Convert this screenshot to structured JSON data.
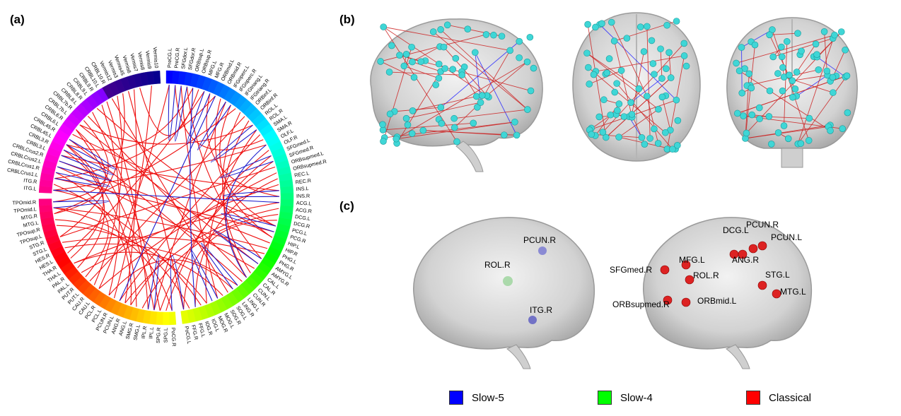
{
  "panels": {
    "a": "(a)",
    "b": "(b)",
    "c": "(c)"
  },
  "chord": {
    "regions": [
      "PreCG.L",
      "PreCG.R",
      "SFGdor.L",
      "SFGdor.R",
      "ORBsup.L",
      "ORBsup.R",
      "MFG.L",
      "MFG.R",
      "ORBmid.L",
      "ORBmid.R",
      "IFGoperc.L",
      "IFGoperc.R",
      "IFGtriang.L",
      "IFGtriang.R",
      "ORBinf.L",
      "ORBinf.R",
      "ROL.L",
      "ROL.R",
      "SMA.L",
      "SMA.R",
      "OLF.L",
      "OLF.R",
      "SFGmed.L",
      "SFGmed.R",
      "ORBsupmed.L",
      "ORBsupmed.R",
      "REC.L",
      "REC.R",
      "INS.L",
      "INS.R",
      "ACG.L",
      "ACG.R",
      "DCG.L",
      "DCG.R",
      "PCG.L",
      "PCG.R",
      "HIP.L",
      "HIP.R",
      "PHG.L",
      "PHG.R",
      "AMYG.L",
      "AMYG.R",
      "CAL.L",
      "CAL.R",
      "CUN.L",
      "CUN.R",
      "LING.L",
      "LING.R",
      "SOG.L",
      "SOG.R",
      "MOG.L",
      "MOG.R",
      "IOG.L",
      "IOG.R",
      "FFG.L",
      "FFG.R",
      "PoCG.L",
      "PoCG.R",
      "SPG.L",
      "SPG.R",
      "IPL.L",
      "IPL.R",
      "SMG.L",
      "SMG.R",
      "ANG.L",
      "ANG.R",
      "PCUN.L",
      "PCUN.R",
      "PCL.L",
      "PCL.R",
      "CAU.L",
      "CAU.R",
      "PUT.L",
      "PUT.R",
      "PAL.L",
      "PAL.R",
      "THA.L",
      "THA.R",
      "HES.L",
      "HES.R",
      "STG.L",
      "STG.R",
      "TPOsup.L",
      "TPOsup.R",
      "MTG.L",
      "MTG.R",
      "TPOmid.L",
      "TPOmid.R",
      "ITG.L",
      "ITG.R",
      "CRBLCrus1.L",
      "CRBLCrus1.R",
      "CRBLCrus2.L",
      "CRBLCrus2.R",
      "CRBL3.L",
      "CRBL3.R",
      "CRBL45.L",
      "CRBL45.R",
      "CRBL6.L",
      "CRBL6.R",
      "CRBL7b.L",
      "CRBL7b.R",
      "CRBL8.L",
      "CRBL8.R",
      "CRBL9.L",
      "CRBL9.R",
      "CRBL10.L",
      "CRBL10.R",
      "Vermis12",
      "Vermis3",
      "Vermis45",
      "Vermis6",
      "Vermis7",
      "Vermis8",
      "Vermis9",
      "Vermis10"
    ],
    "red_links": [
      [
        0,
        70
      ],
      [
        2,
        50
      ],
      [
        4,
        96
      ],
      [
        6,
        78
      ],
      [
        8,
        90
      ],
      [
        10,
        60
      ],
      [
        12,
        85
      ],
      [
        14,
        72
      ],
      [
        16,
        100
      ],
      [
        18,
        66
      ],
      [
        20,
        88
      ],
      [
        22,
        58
      ],
      [
        24,
        81
      ],
      [
        26,
        54
      ],
      [
        28,
        94
      ],
      [
        30,
        76
      ],
      [
        32,
        62
      ],
      [
        34,
        98
      ],
      [
        36,
        104
      ],
      [
        38,
        86
      ],
      [
        42,
        92
      ],
      [
        44,
        102
      ],
      [
        46,
        79
      ],
      [
        48,
        107
      ],
      [
        52,
        83
      ],
      [
        56,
        110
      ],
      [
        60,
        99
      ],
      [
        64,
        91
      ],
      [
        68,
        105
      ],
      [
        3,
        40
      ],
      [
        9,
        36
      ],
      [
        15,
        44
      ],
      [
        21,
        64
      ],
      [
        27,
        74
      ],
      [
        33,
        56
      ],
      [
        39,
        80
      ],
      [
        47,
        68
      ],
      [
        57,
        84
      ],
      [
        63,
        96
      ],
      [
        71,
        108
      ],
      [
        5,
        112
      ],
      [
        11,
        34
      ],
      [
        17,
        52
      ],
      [
        25,
        70
      ],
      [
        35,
        90
      ],
      [
        41,
        100
      ],
      [
        49,
        76
      ],
      [
        55,
        86
      ],
      [
        61,
        106
      ],
      [
        67,
        114
      ],
      [
        73,
        88
      ],
      [
        77,
        96
      ],
      [
        1,
        19
      ],
      [
        7,
        29
      ],
      [
        13,
        43
      ],
      [
        23,
        59
      ],
      [
        31,
        65
      ],
      [
        37,
        93
      ],
      [
        45,
        97
      ],
      [
        53,
        89
      ],
      [
        59,
        103
      ],
      [
        65,
        111
      ],
      [
        75,
        95
      ],
      [
        81,
        109
      ],
      [
        85,
        99
      ],
      [
        87,
        101
      ]
    ],
    "blue_links": [
      [
        0,
        1
      ],
      [
        2,
        3
      ],
      [
        6,
        7
      ],
      [
        10,
        11
      ],
      [
        16,
        17
      ],
      [
        22,
        23
      ],
      [
        28,
        29
      ],
      [
        34,
        35
      ],
      [
        40,
        41
      ],
      [
        46,
        47
      ],
      [
        50,
        51
      ],
      [
        56,
        57
      ],
      [
        60,
        61
      ],
      [
        90,
        91
      ],
      [
        92,
        93
      ],
      [
        94,
        95
      ],
      [
        96,
        97
      ],
      [
        86,
        87
      ],
      [
        4,
        54
      ],
      [
        20,
        44
      ],
      [
        8,
        66
      ],
      [
        88,
        30
      ]
    ]
  },
  "panel_c": {
    "left_labels": [
      "PCUN.R",
      "ROL.R",
      "ITG.R"
    ],
    "right_labels": [
      "DCG.L",
      "PCUN.R",
      "PCUN.L",
      "MFG.L",
      "ANG.R",
      "SFGmed.R",
      "ROL.R",
      "STG.L",
      "MTG.L",
      "ORBsupmed.R",
      "ORBmid.L"
    ]
  },
  "legend": [
    {
      "label": "Slow-5",
      "color": "#0000ff"
    },
    {
      "label": "Slow-4",
      "color": "#00ff00"
    },
    {
      "label": "Classical",
      "color": "#ff0000"
    }
  ]
}
